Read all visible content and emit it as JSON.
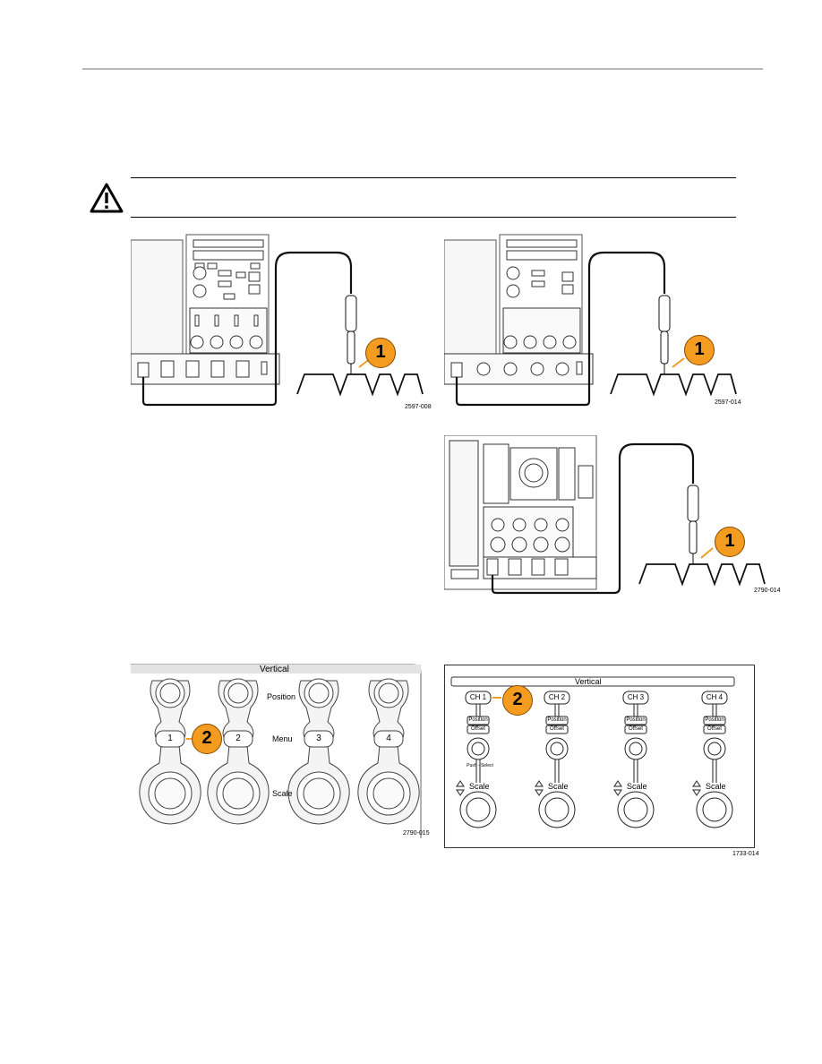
{
  "figures": {
    "probe_left": {
      "callout": "1",
      "code": "2597-008"
    },
    "probe_right": {
      "callout": "1",
      "code": "2597-014"
    },
    "probe_mid": {
      "callout": "1",
      "code": "2790-014"
    },
    "vertical_left": {
      "title": "Vertical",
      "labels": {
        "position": "Position",
        "menu": "Menu",
        "scale": "Scale"
      },
      "buttons": [
        "1",
        "2",
        "3",
        "4"
      ],
      "callout": "2",
      "code": "2790-015"
    },
    "vertical_right": {
      "title": "Vertical",
      "channels": [
        "CH 1",
        "CH 2",
        "CH 3",
        "CH 4"
      ],
      "position_label": "Position",
      "offset_label": "Offset",
      "push_select": "Push - Select",
      "scale_label": "Scale",
      "callout": "2",
      "code": "1733-014"
    }
  }
}
